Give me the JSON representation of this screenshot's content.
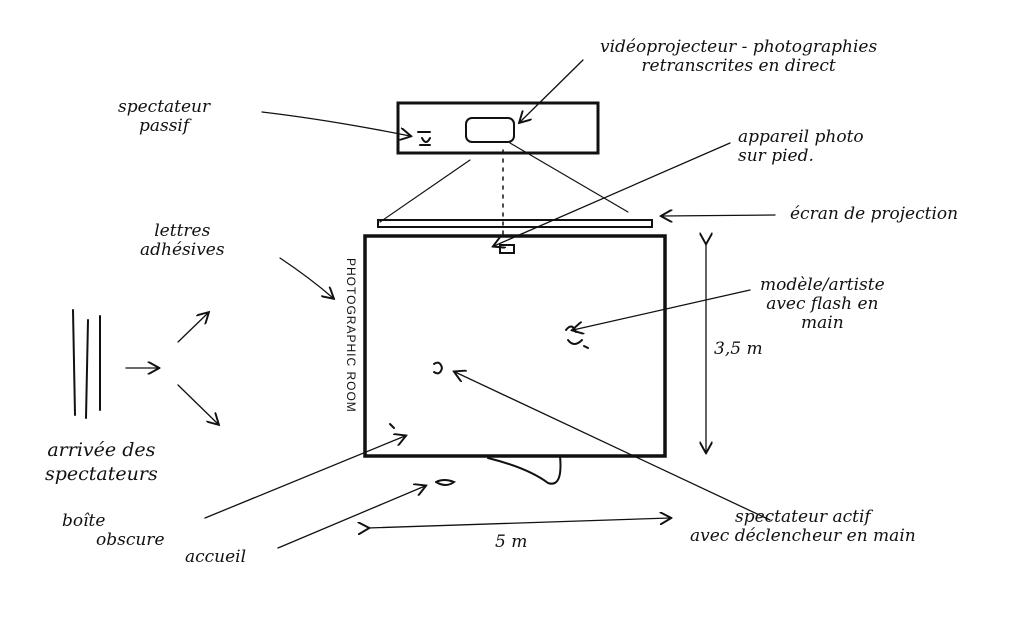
{
  "labels": {
    "projector": [
      "vidéoprojecteur - photographies",
      "retranscrites en direct"
    ],
    "passive_spectator": [
      "spectateur",
      "passif"
    ],
    "camera": [
      "appareil photo",
      "sur pied."
    ],
    "screen": "écran de projection",
    "letters": [
      "lettres",
      "adhésives"
    ],
    "model": [
      "modèle/artiste",
      "avec flash en",
      "main"
    ],
    "height": "3,5 m",
    "arrival": [
      "arrivée des",
      "spectateurs"
    ],
    "camera_obscura": [
      "boîte",
      "obscure"
    ],
    "reception": "accueil",
    "width": "5 m",
    "active_spectator": [
      "spectateur actif",
      "avec déclencheur en main"
    ],
    "room_name": "PHOTOGRAPHIC ROOM"
  },
  "colors": {
    "ink": "#111111",
    "paper": "#ffffff"
  }
}
